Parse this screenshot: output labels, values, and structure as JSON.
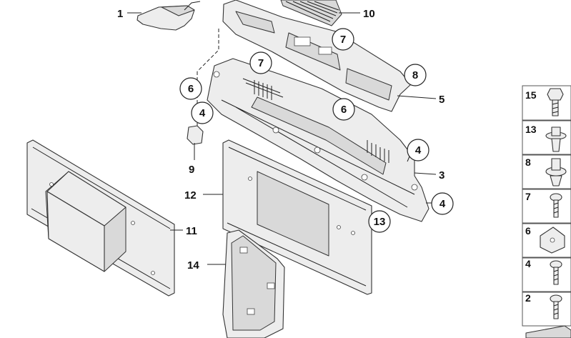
{
  "callouts": {
    "c1": "1",
    "c2": "10",
    "c3": "7",
    "c4": "7",
    "c5": "8",
    "c6": "5",
    "c7": "6",
    "c8": "6",
    "c9": "4",
    "c10": "9",
    "c11": "4",
    "c12": "3",
    "c13": "4",
    "c14": "12",
    "c15": "11",
    "c16": "13",
    "c17": "14"
  },
  "legend": {
    "items": [
      {
        "number": "15",
        "icon": "hex-bolt-icon"
      },
      {
        "number": "13",
        "icon": "push-rivet-icon"
      },
      {
        "number": "8",
        "icon": "expanding-rivet-icon"
      },
      {
        "number": "7",
        "icon": "screw-icon"
      },
      {
        "number": "6",
        "icon": "clip-nut-icon"
      },
      {
        "number": "4",
        "icon": "screw-icon"
      },
      {
        "number": "2",
        "icon": "screw-icon"
      }
    ]
  }
}
